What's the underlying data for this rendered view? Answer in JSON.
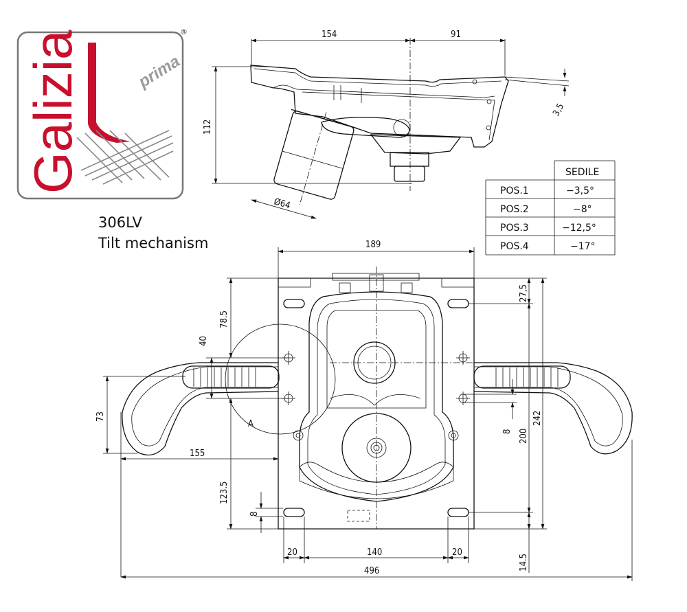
{
  "logo": {
    "brand": "Galizia",
    "sub": "prima",
    "reg": "®"
  },
  "caption": {
    "model": "306LV",
    "name": "Tilt mechanism"
  },
  "side_view": {
    "dims": {
      "d154": "154",
      "d91": "91",
      "d112": "112",
      "d64": "Ø64",
      "d35": "3,5"
    }
  },
  "table": {
    "header": "SEDILE",
    "rows": [
      {
        "pos": "POS.1",
        "value": "−3,5°"
      },
      {
        "pos": "POS.2",
        "value": "−8°"
      },
      {
        "pos": "POS.3",
        "value": "−12,5°"
      },
      {
        "pos": "POS.4",
        "value": "−17°"
      }
    ]
  },
  "plan_view": {
    "dims": {
      "d189": "189",
      "d275": "27,5",
      "d785": "78.5",
      "d40": "40",
      "d73": "73",
      "d155": "155",
      "d1235": "123.5",
      "d8l": "8",
      "d8r": "8",
      "d200": "200",
      "d242": "242",
      "d20l": "20",
      "d140": "140",
      "d20r": "20",
      "d145": "14.5",
      "d496": "496"
    },
    "label_a": "A"
  }
}
